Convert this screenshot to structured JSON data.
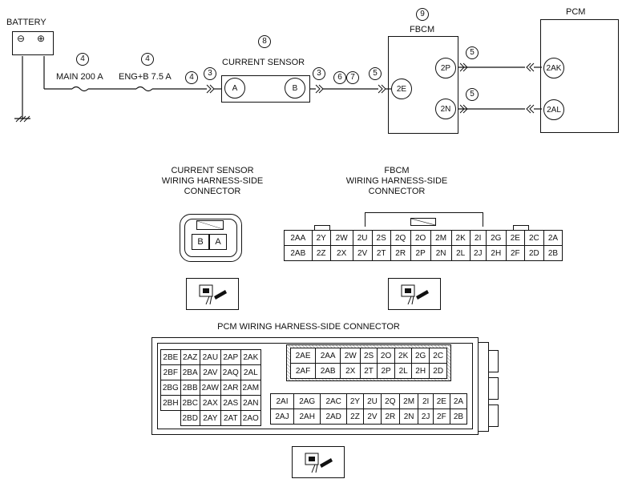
{
  "battery": {
    "label": "BATTERY",
    "minus": "⊖",
    "plus": "⊕"
  },
  "circuit": {
    "main_fuse": {
      "ref": "4",
      "label": "MAIN 200 A"
    },
    "eng_fuse": {
      "ref": "4",
      "label": "ENG+B 7.5 A"
    },
    "wire_ref_a": "4",
    "wire_ref_b": "3",
    "wire_ref_c": "3",
    "wire_ref_d": "6",
    "wire_ref_e": "7",
    "wire_ref_f": "5",
    "wire_ref_g": "5",
    "wire_ref_h": "5"
  },
  "current_sensor": {
    "ref": "8",
    "label": "CURRENT SENSOR",
    "pin_a": "A",
    "pin_b": "B"
  },
  "fbcm": {
    "ref": "9",
    "label": "FBCM",
    "pin_2e": "2E",
    "pin_2p": "2P",
    "pin_2n": "2N"
  },
  "pcm": {
    "label": "PCM",
    "pin_2ak": "2AK",
    "pin_2al": "2AL"
  },
  "cs_connector": {
    "title1": "CURRENT SENSOR",
    "title2": "WIRING HARNESS-SIDE",
    "title3": "CONNECTOR",
    "pins": [
      "B",
      "A"
    ]
  },
  "fbcm_connector": {
    "title1": "FBCM",
    "title2": "WIRING HARNESS-SIDE",
    "title3": "CONNECTOR",
    "rows": [
      [
        "2AA",
        "2Y",
        "2W",
        "2U",
        "2S",
        "2Q",
        "2O",
        "2M",
        "2K",
        "2I",
        "2G",
        "2E",
        "2C",
        "2A"
      ],
      [
        "2AB",
        "2Z",
        "2X",
        "2V",
        "2T",
        "2R",
        "2P",
        "2N",
        "2L",
        "2J",
        "2H",
        "2F",
        "2D",
        "2B"
      ]
    ]
  },
  "pcm_connector": {
    "title": "PCM WIRING HARNESS-SIDE CONNECTOR",
    "left_rows": [
      [
        "2BE",
        "2AZ",
        "2AU",
        "2AP",
        "2AK"
      ],
      [
        "2BF",
        "2BA",
        "2AV",
        "2AQ",
        "2AL"
      ],
      [
        "2BG",
        "2BB",
        "2AW",
        "2AR",
        "2AM"
      ],
      [
        "2BH",
        "2BC",
        "2AX",
        "2AS",
        "2AN"
      ],
      [
        "",
        "2BD",
        "2AY",
        "2AT",
        "2AO"
      ]
    ],
    "upper_right_rows": [
      [
        "2AE",
        "2AA",
        "2W",
        "2S",
        "2O",
        "2K",
        "2G",
        "2C"
      ],
      [
        "2AF",
        "2AB",
        "2X",
        "2T",
        "2P",
        "2L",
        "2H",
        "2D"
      ]
    ],
    "lower_right_rows": [
      [
        "2AI",
        "2AG",
        "2AC",
        "2Y",
        "2U",
        "2Q",
        "2M",
        "2I",
        "2E",
        "2A"
      ],
      [
        "2AJ",
        "2AH",
        "2AD",
        "2Z",
        "2V",
        "2R",
        "2N",
        "2J",
        "2F",
        "2B"
      ]
    ]
  }
}
